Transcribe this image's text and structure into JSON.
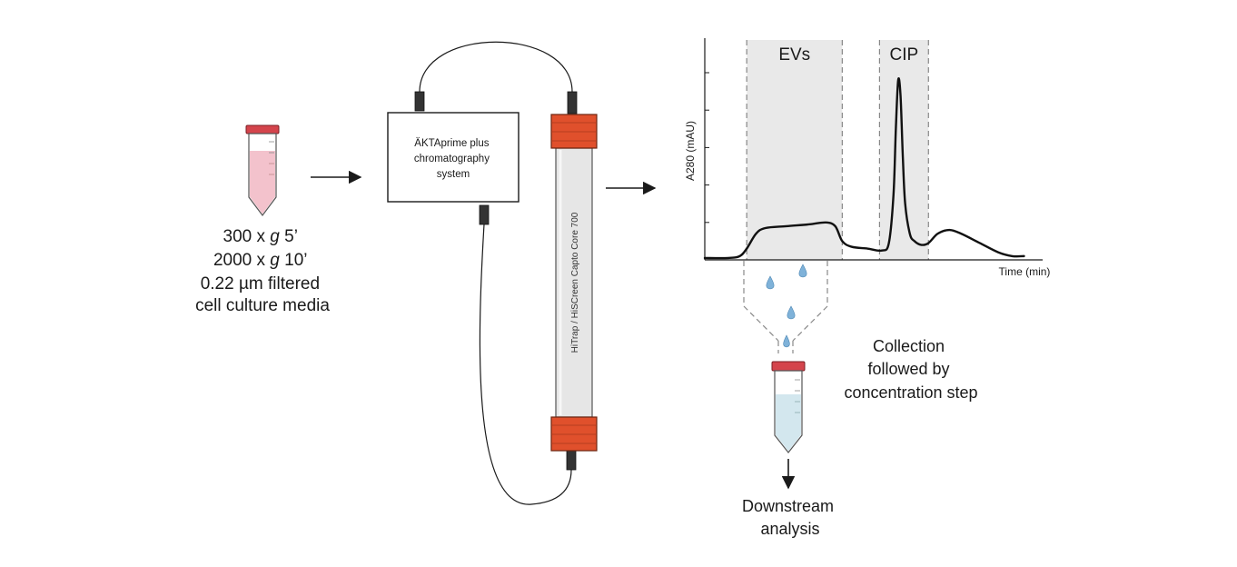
{
  "input": {
    "line1_a": "300 x ",
    "line1_g": "g",
    "line1_b": " 5’",
    "line2_a": "2000 x ",
    "line2_g": "g",
    "line2_b": " 10’",
    "line3": "0.22 µm filtered",
    "line4": "cell culture media"
  },
  "system": {
    "line1": "ÄKTAprime plus",
    "line2": "chromatography",
    "line3": "system"
  },
  "column": {
    "label": "HiTrap / HiSCreen Capto Core 700"
  },
  "chart_data": {
    "type": "line",
    "ylabel": "A280 (mAU)",
    "xlabel": "Time (min)",
    "regions": [
      {
        "label": "EVs",
        "x0": 0.18,
        "x1": 0.59
      },
      {
        "label": "CIP",
        "x0": 0.75,
        "x1": 0.96
      }
    ],
    "xlim": [
      0,
      1.45
    ],
    "ylim": [
      0,
      1
    ],
    "grid": false,
    "series": [
      {
        "x": [
          0.0,
          0.1,
          0.15,
          0.18,
          0.22,
          0.26,
          0.35,
          0.45,
          0.52,
          0.56,
          0.59,
          0.63,
          0.7,
          0.76,
          0.79,
          0.81,
          0.82,
          0.83,
          0.84,
          0.85,
          0.86,
          0.88,
          0.9,
          0.93,
          0.96,
          1.0,
          1.05,
          1.1,
          1.18,
          1.26,
          1.32,
          1.37
        ],
        "y": [
          0.01,
          0.01,
          0.02,
          0.06,
          0.14,
          0.17,
          0.18,
          0.19,
          0.2,
          0.18,
          0.1,
          0.07,
          0.06,
          0.05,
          0.09,
          0.35,
          0.7,
          0.96,
          0.88,
          0.55,
          0.3,
          0.14,
          0.1,
          0.08,
          0.09,
          0.14,
          0.16,
          0.14,
          0.09,
          0.04,
          0.02,
          0.02
        ]
      }
    ]
  },
  "collection": {
    "line1": "Collection",
    "line2": "followed by",
    "line3": "concentration step"
  },
  "downstream": {
    "line1": "Downstream",
    "line2": "analysis"
  },
  "colors": {
    "tube_cap": "#d4444c",
    "media_fill": "#f3c2cc",
    "collected_fill": "#d3e7ee",
    "column_cap": "#e0502c",
    "column_body": "#e6e6e6",
    "region_fill": "#e9e9e9",
    "drop": "#7fb2d9"
  }
}
